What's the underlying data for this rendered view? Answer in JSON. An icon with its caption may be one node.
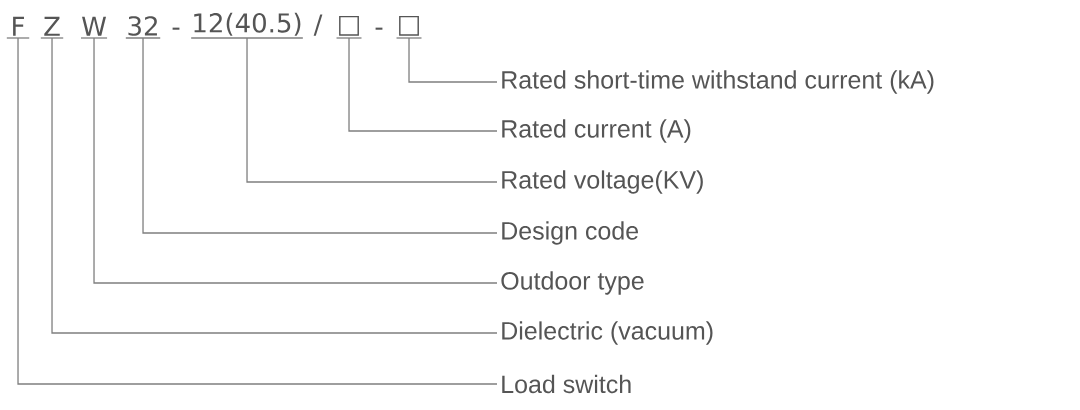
{
  "diagram": {
    "nodes": [
      {
        "text": [
          "F"
        ]
      },
      {
        "text": [
          "Z"
        ]
      },
      {
        "text": [
          "W"
        ]
      },
      {
        "text": [
          "32"
        ]
      },
      {
        "text": [
          "12(40.5)"
        ]
      },
      {
        "text": [
          "□"
        ]
      },
      {
        "text": [
          "□"
        ]
      },
      {
        "text": [
          "Rated short-time withstand current (kA)"
        ]
      },
      {
        "text": [
          "Rated current (A)"
        ]
      },
      {
        "text": [
          "Rated voltage(KV)"
        ]
      },
      {
        "text": [
          "Design code"
        ]
      },
      {
        "text": [
          "Outdoor type"
        ]
      },
      {
        "text": [
          "Dielectric (vacuum)"
        ]
      },
      {
        "text": [
          "Load switch"
        ]
      }
    ],
    "edges": [
      {
        "from": 6,
        "to": 7,
        "arrow": "none"
      },
      {
        "from": 5,
        "to": 8,
        "arrow": "none"
      },
      {
        "from": 4,
        "to": 9,
        "arrow": "none"
      },
      {
        "from": 3,
        "to": 10,
        "arrow": "none"
      },
      {
        "from": 2,
        "to": 11,
        "arrow": "none"
      },
      {
        "from": 1,
        "to": 12,
        "arrow": "none"
      },
      {
        "from": 0,
        "to": 13,
        "arrow": "none"
      }
    ],
    "labels": [
      "-",
      "/",
      "-"
    ]
  }
}
